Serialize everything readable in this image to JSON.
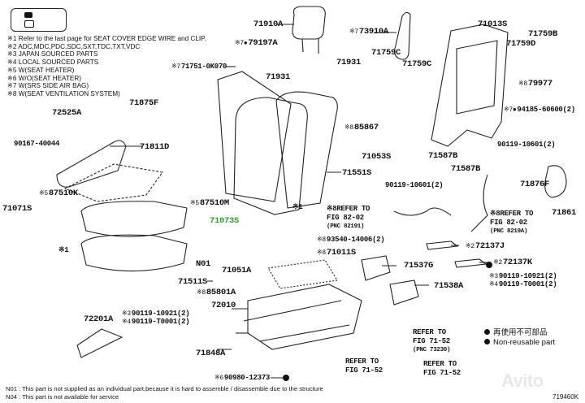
{
  "legend": {
    "items": [
      "※1  Refer to the last page for SEAT COVER EDGE WIRE and CLIP.",
      "※2  ADC,MDC,PDC,SDC,SXT,TDC,TXT,VDC",
      "※3  JAPAN SOURCED PARTS",
      "※4  LOCAL SOURCED PARTS",
      "※5  W(SEAT HEATER)",
      "※6  W/O(SEAT HEATER)",
      "※7  W(SRS SIDE AIR BAG)",
      "※8  W(SEAT VENTILATION SYSTEM)"
    ]
  },
  "parts": [
    {
      "id": "71910A",
      "mark": ""
    },
    {
      "id": "79197A",
      "mark": "※7●"
    },
    {
      "id": "71751-0K070",
      "mark": "※7"
    },
    {
      "id": "71931",
      "mark": ""
    },
    {
      "id": "71931",
      "mark": ""
    },
    {
      "id": "73910A",
      "mark": "※7"
    },
    {
      "id": "71013S",
      "mark": ""
    },
    {
      "id": "71759B",
      "mark": ""
    },
    {
      "id": "71759D",
      "mark": ""
    },
    {
      "id": "71759C",
      "mark": ""
    },
    {
      "id": "71759C",
      "mark": ""
    },
    {
      "id": "79977",
      "mark": "※8"
    },
    {
      "id": "94185-60600(2)",
      "mark": "※7●"
    },
    {
      "id": "85867",
      "mark": "※8"
    },
    {
      "id": "71053S",
      "mark": ""
    },
    {
      "id": "71587B",
      "mark": ""
    },
    {
      "id": "71587B",
      "mark": ""
    },
    {
      "id": "90119-10601(2)",
      "mark": ""
    },
    {
      "id": "90119-10601(2)",
      "mark": ""
    },
    {
      "id": "71876F",
      "mark": ""
    },
    {
      "id": "71861",
      "mark": ""
    },
    {
      "id": "71551S",
      "mark": ""
    },
    {
      "id": "72525A",
      "mark": ""
    },
    {
      "id": "71875F",
      "mark": ""
    },
    {
      "id": "90167-40044",
      "mark": ""
    },
    {
      "id": "71811D",
      "mark": ""
    },
    {
      "id": "87510K",
      "mark": "※5"
    },
    {
      "id": "71071S",
      "mark": ""
    },
    {
      "id": "87510M",
      "mark": "※5"
    },
    {
      "id": "71073S",
      "mark": ""
    },
    {
      "id": "※1",
      "mark": ""
    },
    {
      "id": "※1",
      "mark": ""
    },
    {
      "id": "N01",
      "mark": ""
    },
    {
      "id": "71511S",
      "mark": ""
    },
    {
      "id": "93540-14006(2)",
      "mark": "※8"
    },
    {
      "id": "71011S",
      "mark": "※8"
    },
    {
      "id": "71051A",
      "mark": ""
    },
    {
      "id": "85801A",
      "mark": "※8"
    },
    {
      "id": "72010",
      "mark": ""
    },
    {
      "id": "71537G",
      "mark": ""
    },
    {
      "id": "71538A",
      "mark": ""
    },
    {
      "id": "72137J",
      "mark": "※2"
    },
    {
      "id": "72137K",
      "mark": "※2"
    },
    {
      "id": "90119-10921(2)",
      "mark": "※3"
    },
    {
      "id": "90119-T0001(2)",
      "mark": "※4"
    },
    {
      "id": "90119-10921(2)",
      "mark": "※3"
    },
    {
      "id": "90119-T0001(2)",
      "mark": "※4"
    },
    {
      "id": "72201A",
      "mark": ""
    },
    {
      "id": "71848A",
      "mark": ""
    },
    {
      "id": "90980-12373",
      "mark": "※6"
    }
  ],
  "refers": [
    {
      "line1": "※8REFER TO",
      "line2": "FIG 82-02",
      "line3": "(PNC 82191)"
    },
    {
      "line1": "※8REFER TO",
      "line2": "FIG 82-02",
      "line3": "(PNC 8219A)"
    },
    {
      "line1": "REFER TO",
      "line2": "FIG 71-52",
      "line3": "(PNC 73230)"
    },
    {
      "line1": "REFER TO",
      "line2": "FIG 71-52",
      "line3": ""
    },
    {
      "line1": "REFER TO",
      "line2": "FIG 71-52",
      "line3": ""
    }
  ],
  "nonreusable": {
    "jp": "再使用不可部品",
    "en": "Non-reusable part"
  },
  "footnotes": [
    "N01 : This part is not supplied as an individual part,because it is hard to assemble / disassemble due to the structure",
    "N04 : This part is not available for service"
  ],
  "figure_number": "719460K",
  "watermark": "Avito",
  "colors": {
    "line": "#222222",
    "highlight": "#2e9c2e"
  }
}
